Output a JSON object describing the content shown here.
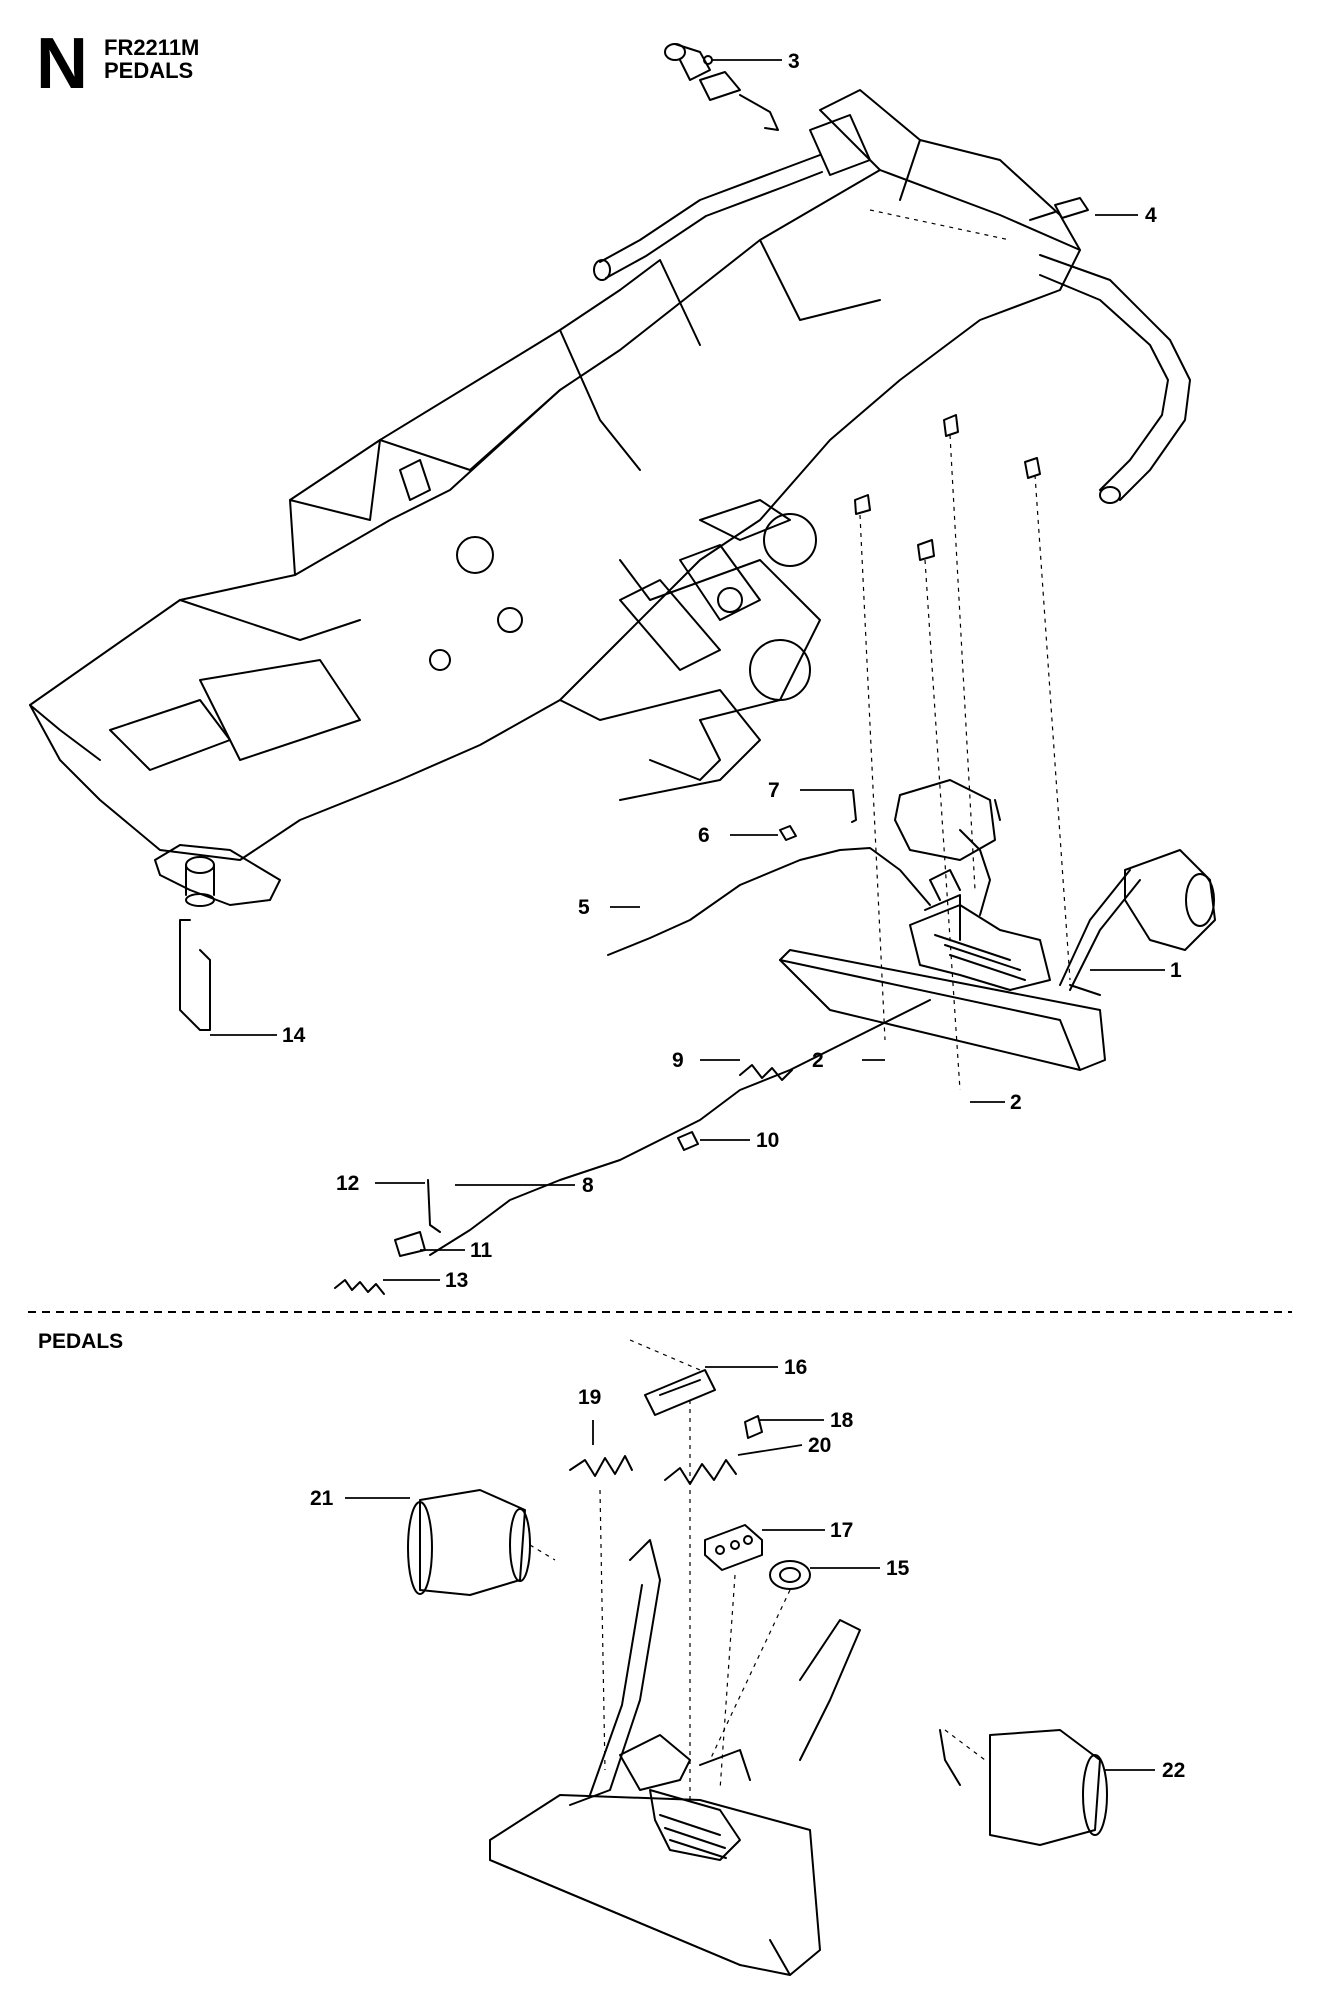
{
  "header": {
    "section_letter": "N",
    "model": "FR2211M",
    "title": "PEDALS"
  },
  "lower_section_title": "PEDALS",
  "callouts": {
    "c1": "1",
    "c2a": "2",
    "c2b": "2",
    "c3": "3",
    "c4": "4",
    "c5": "5",
    "c6": "6",
    "c7": "7",
    "c8": "8",
    "c9": "9",
    "c10": "10",
    "c11": "11",
    "c12": "12",
    "c13": "13",
    "c14": "14",
    "c15": "15",
    "c16": "16",
    "c17": "17",
    "c18": "18",
    "c19": "19",
    "c20": "20",
    "c21": "21",
    "c22": "22"
  },
  "colors": {
    "ink": "#000000",
    "paper": "#ffffff",
    "divider": "#000000"
  }
}
